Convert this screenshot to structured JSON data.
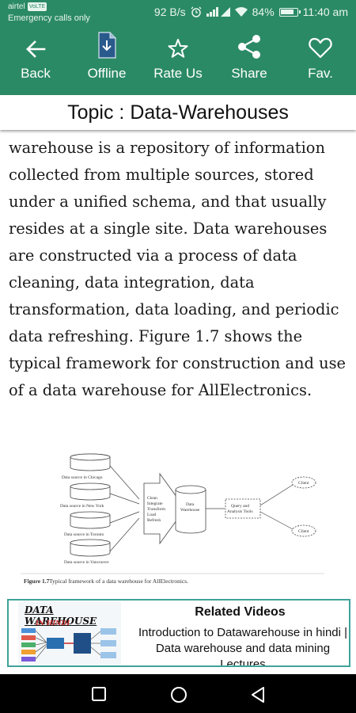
{
  "status_bar": {
    "carrier": "airtel",
    "carrier_tag": "VoLTE",
    "emergency_text": "Emergency calls only",
    "network_speed": "92 B/s",
    "battery": "84%",
    "time": "11:40 am"
  },
  "toolbar": {
    "items": [
      {
        "label": "Back",
        "icon": "arrow-left-icon"
      },
      {
        "label": "Offline",
        "icon": "download-document-icon"
      },
      {
        "label": "Rate Us",
        "icon": "star-icon"
      },
      {
        "label": "Share",
        "icon": "share-icon"
      },
      {
        "label": "Fav.",
        "icon": "heart-icon"
      }
    ]
  },
  "topic": {
    "title": "Topic : Data-Warehouses"
  },
  "article": {
    "body": "warehouse is a repository of information collected from multiple sources, stored under a unified schema, and that usually resides at a single site. Data warehouses are constructed via a process of data cleaning, data integration, data transformation, data loading, and periodic data refreshing. Figure 1.7 shows the typical framework for construction and use of a data warehouse for AllElectronics."
  },
  "figure": {
    "sources": [
      "Data source in Chicago",
      "Data source in New York",
      "Data source in Toronto",
      "Data source in Vancouver"
    ],
    "process_steps": [
      "Clean",
      "Integrate",
      "Transform",
      "Load",
      "Refresh"
    ],
    "warehouse": [
      "Data",
      "Warehouse"
    ],
    "tools": [
      "Query and",
      "Analysis Tools"
    ],
    "clients": [
      "Client",
      "Client"
    ],
    "caption_label": "Figure 1.7",
    "caption_text": "Typical framework of a data warehouse for AllElectronics."
  },
  "related_videos": {
    "heading": "Related Videos",
    "video_title": "Introduction to Datawarehouse in hindi | Data warehouse and data mining Lectures",
    "thumbnail_title": "DATA WAREHOUSE",
    "thumbnail_subtitle": "IN HINDI"
  },
  "nav_bar": {
    "buttons": [
      "recent-apps-icon",
      "home-icon",
      "back-triangle-icon"
    ]
  },
  "colors": {
    "primary": "#2b8a66",
    "card_border": "#3fa39a"
  }
}
